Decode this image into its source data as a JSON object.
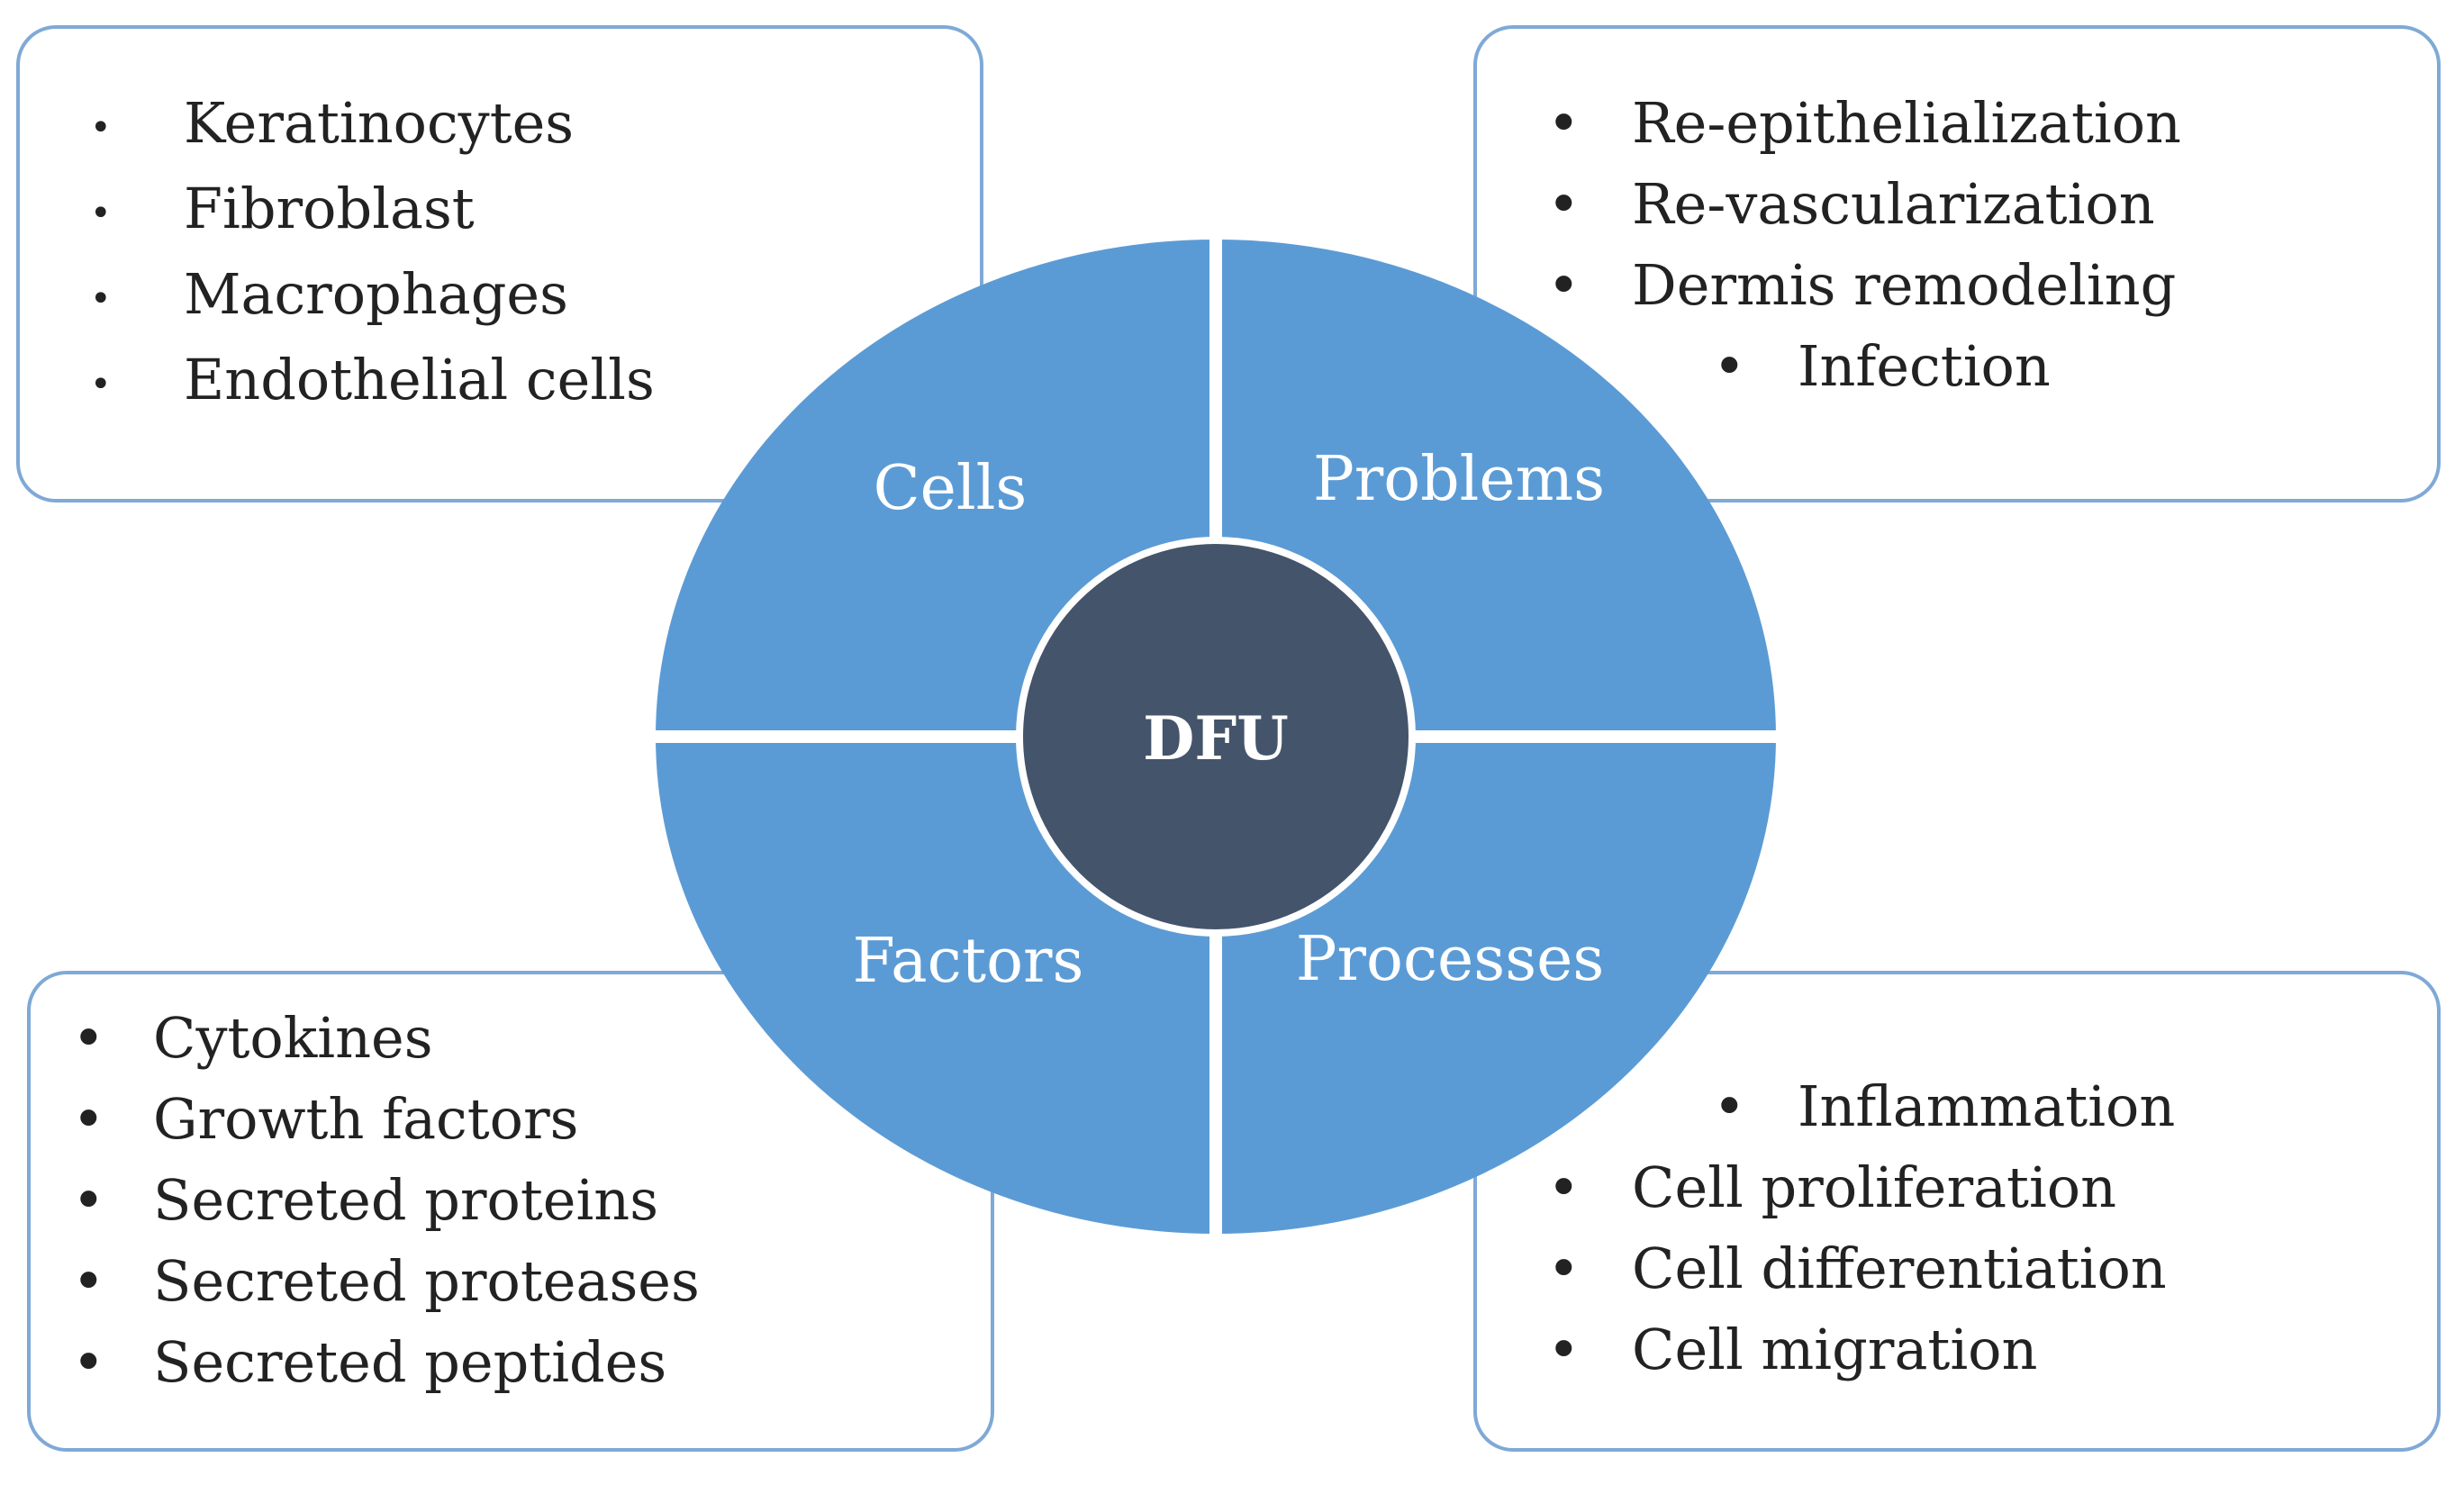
{
  "center": {
    "label": "DFU"
  },
  "quadrants": {
    "cells": "Cells",
    "problems": "Problems",
    "factors": "Factors",
    "processes": "Processes"
  },
  "cells_list": [
    "Keratinocytes",
    "Fibroblast",
    "Macrophages",
    "Endothelial cells"
  ],
  "problems_list": [
    "Re-epithelialization",
    "Re-vascularization",
    "Dermis remodeling",
    "Infection"
  ],
  "factors_list": [
    "Cytokines",
    "Growth factors",
    "Secreted proteins",
    "Secreted proteases",
    "Secreted peptides"
  ],
  "processes_list": [
    "Inflammation",
    "Cell proliferation",
    "Cell differentiation",
    "Cell migration"
  ],
  "colors": {
    "quadrant_fill": "#5b9bd5",
    "center_fill": "#44546a",
    "box_border": "#7fa9d6",
    "text": "#222222",
    "white": "#ffffff"
  }
}
